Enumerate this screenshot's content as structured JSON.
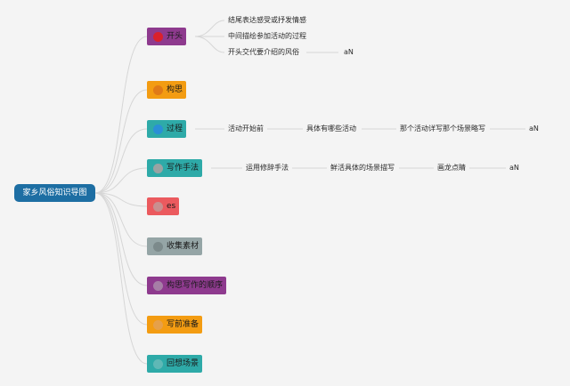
{
  "root": {
    "label": "家乡风俗知识导图"
  },
  "branches": [
    {
      "label": "开头",
      "color": "#8e3a8e",
      "marker_color": "#d9212c"
    },
    {
      "label": "构思",
      "color": "#f39c12",
      "marker_color": "#e07a17"
    },
    {
      "label": "过程",
      "color": "#2eaaa8",
      "marker_color": "#2a8fd6"
    },
    {
      "label": "写作手法",
      "color": "#2eaaa8",
      "marker_color": "#9aa3a3"
    },
    {
      "label": "es",
      "color": "#eb5a5e",
      "marker_color": "#c98f8f"
    },
    {
      "label": "收集素材",
      "color": "#95a5a6",
      "marker_color": "#7c8a8b"
    },
    {
      "label": "构思写作的顺序",
      "color": "#8e3a8e",
      "marker_color": "#a67ea6"
    },
    {
      "label": "写前准备",
      "color": "#f39c12",
      "marker_color": "#e6a04a"
    },
    {
      "label": "回想场景",
      "color": "#2eaaa8",
      "marker_color": "#5fb8b6"
    }
  ],
  "opening_children": [
    "结尾表达感受或抒发情感",
    "中间描绘参加活动的过程",
    "开头交代要介绍的风俗"
  ],
  "opening_tail": "aN",
  "process_chain": [
    "活动开始前",
    "具体有哪些活动",
    "那个活动详写那个场景略写"
  ],
  "process_tail": "aN",
  "technique_chain": [
    "运用修辞手法",
    "鲜活具体的场景描写",
    "画龙点睛"
  ],
  "technique_tail": "aN",
  "colors": {
    "background": "#f4f4f4",
    "root": "#1d6ea3",
    "connector": "#d6d6d6"
  }
}
